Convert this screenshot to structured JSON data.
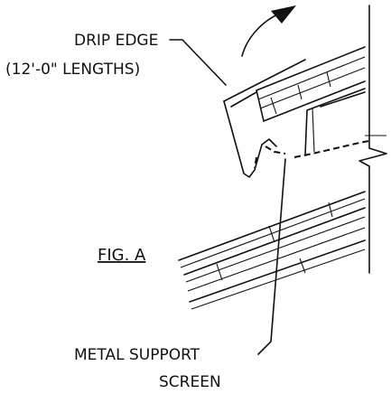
{
  "labels": {
    "drip_edge": "DRIP EDGE",
    "drip_edge_lengths": "(12'-0\" LENGTHS)",
    "figure": "FIG. A",
    "metal_support": "METAL SUPPORT",
    "screen": "SCREEN"
  }
}
